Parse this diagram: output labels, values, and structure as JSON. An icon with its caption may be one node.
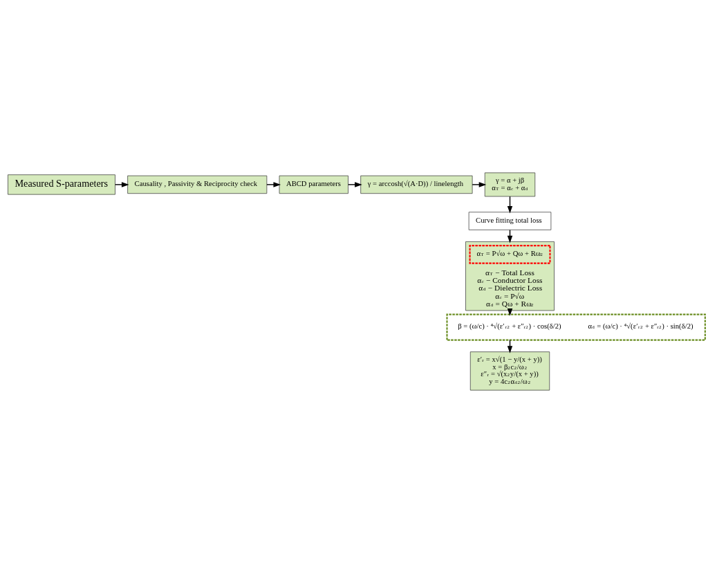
{
  "diagram": {
    "nodes": [
      {
        "text": [
          "Measured S-parameters"
        ]
      },
      {
        "text": [
          "Causality , Passivity & Reciprocity check"
        ]
      },
      {
        "text": [
          "ABCD parameters"
        ]
      },
      {
        "text": [
          "γ = arccosh(√(A·D)) / linelength"
        ]
      },
      {
        "text": [
          "γ = α + jβ",
          "α$_{T}$ = α$_{c}$ + α$_{d}$"
        ]
      },
      {
        "text": [
          "Curve fitting total loss"
        ]
      },
      {
        "text": [
          "α$_{T}$ − Total Loss",
          "α$_{c}$ − Conductor Loss",
          "α$_{d}$ − Dielectric Loss",
          "α$_{c}$ = P√ω",
          "α$_{d}$ = Qω + Rω$^{2}$"
        ]
      },
      {
        "text": [
          "α$_{T}$ = P√ω + Qω + Rω$^{2}$"
        ],
        "in": 6
      },
      {
        "text": [],
        "shape": "box"
      },
      {
        "text": [
          "β = (ω/c) · ⁴√(ε′$_{r}$$^{2}$ + ε″$_{r}$$^{2}$) · cos(δ/2)"
        ],
        "in": 8
      },
      {
        "text": [
          "α$_{d}$ = (ω/c) · ⁴√(ε′$_{r}$$^{2}$ + ε″$_{r}$$^{2}$) · sin(δ/2)"
        ],
        "in": 8
      },
      {
        "text": [
          "ε′$_{r}$ = x√(1 − y/(x + y))",
          "x = β$^{2}$c$^{2}$/ω$^{2}$",
          "ε″$_{r}$ = √(x$^{2}$y/(x + y))",
          "y = 4c$^{2}$α$_{d}$$^{2}$/ω$^{2}$"
        ]
      }
    ],
    "edges": [
      {
        "from": 0,
        "to": 1,
        "arrow": "to"
      },
      {
        "from": 1,
        "to": 2,
        "arrow": "to"
      },
      {
        "from": 2,
        "to": 3,
        "arrow": "to"
      },
      {
        "from": 3,
        "to": 4,
        "arrow": "to"
      },
      {
        "from": 4,
        "to": 5,
        "arrow": "to"
      },
      {
        "from": 5,
        "to": 6,
        "arrow": "to"
      },
      {
        "from": 6,
        "to": 8,
        "arrow": "to"
      },
      {
        "from": 8,
        "to": 11,
        "arrow": "to"
      }
    ]
  }
}
